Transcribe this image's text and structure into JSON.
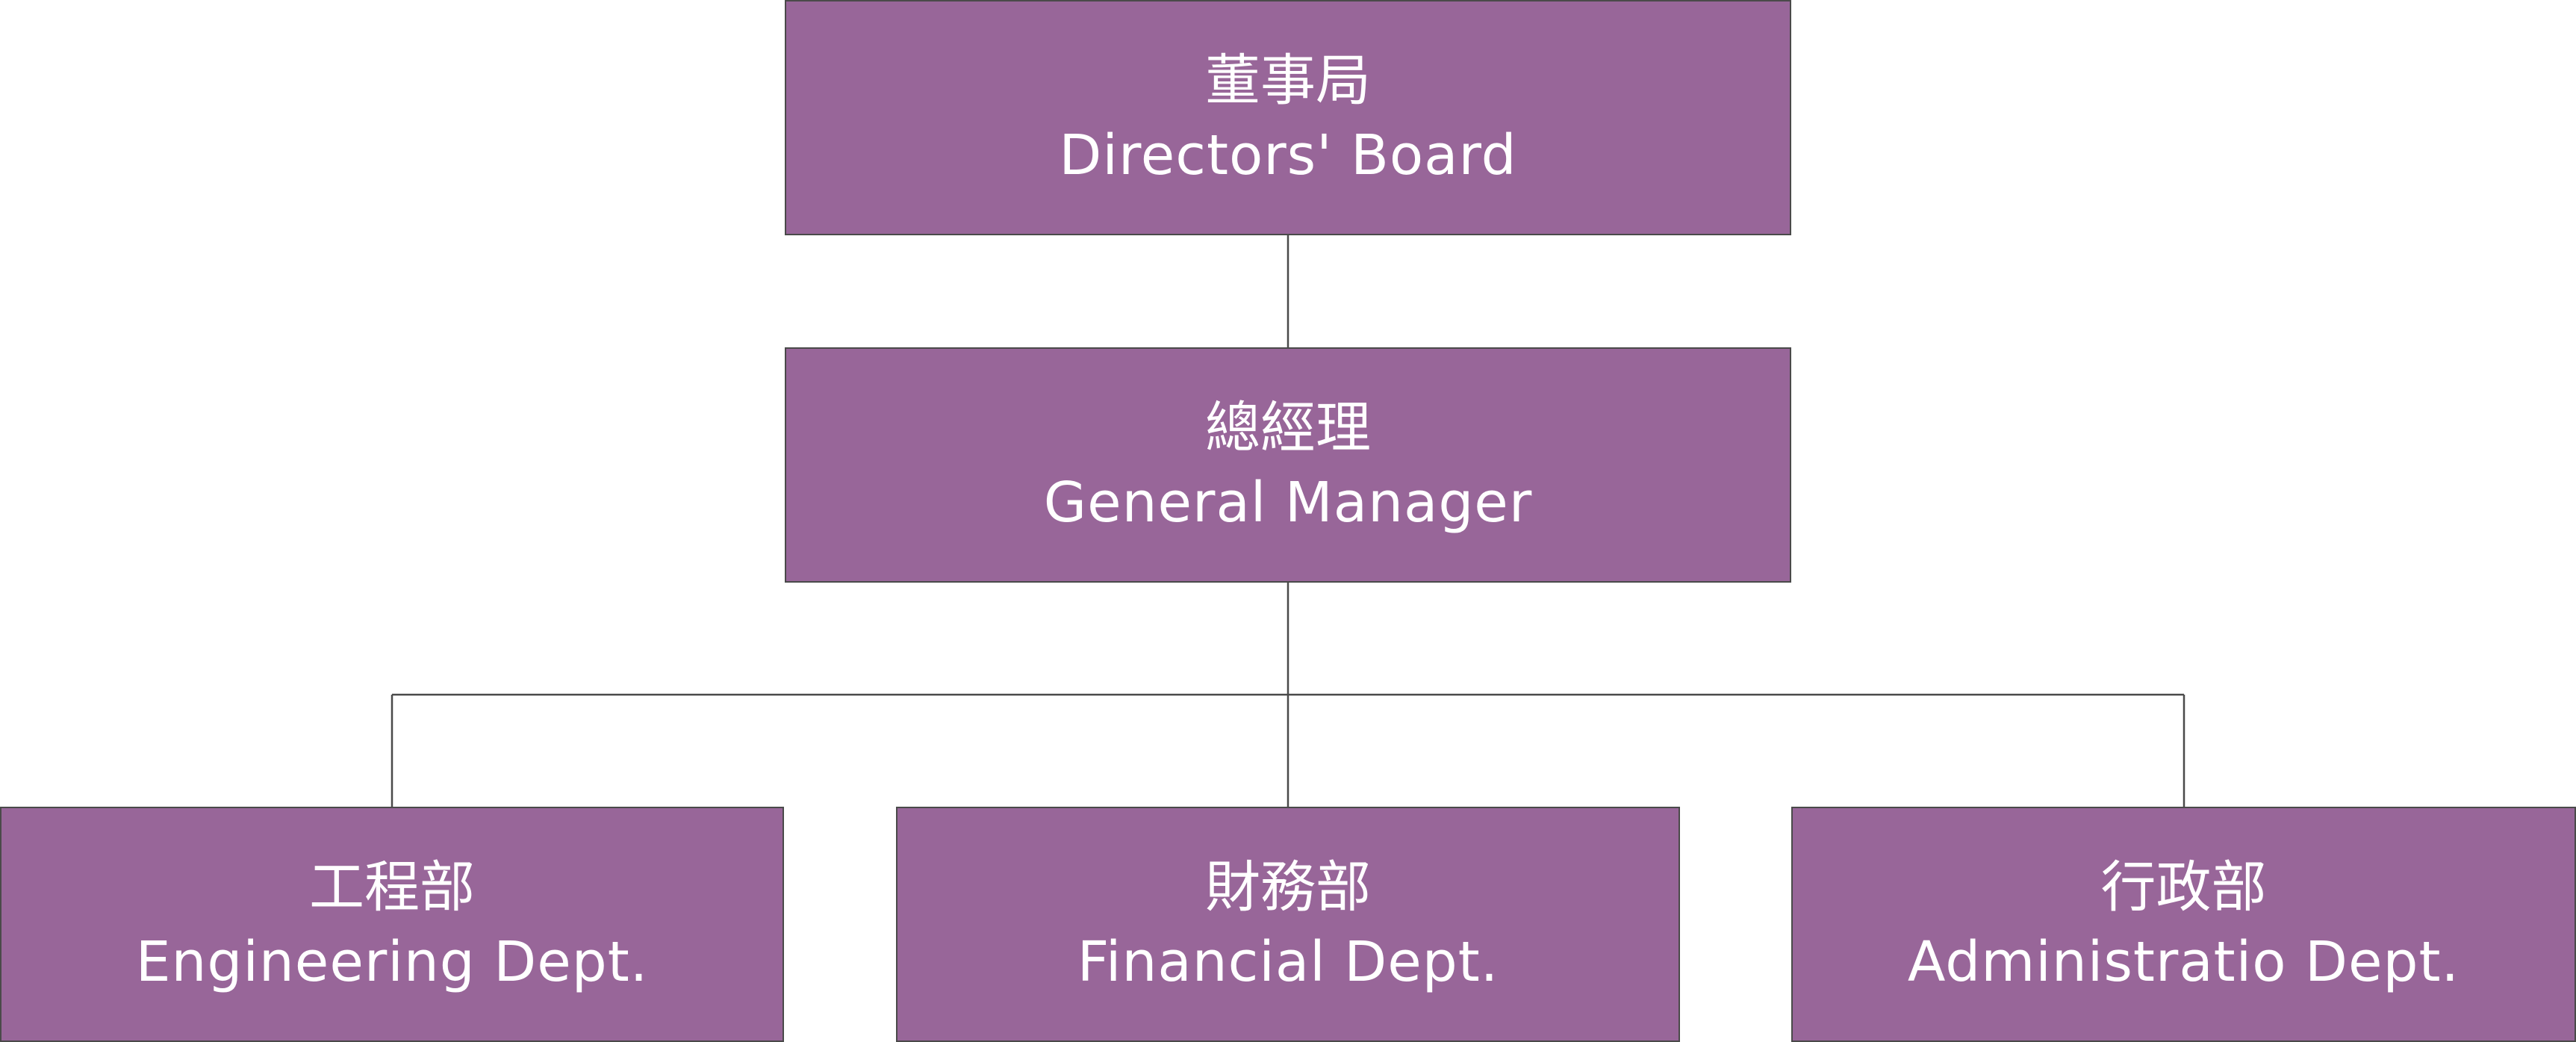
{
  "theme": {
    "box_fill": "#986699",
    "box_border": "#4a4a4a",
    "text_color": "#ffffff",
    "connector_color": "#4a4a4a"
  },
  "org_chart": {
    "board": {
      "zh": "董事局",
      "en": "Directors' Board"
    },
    "general_manager": {
      "zh": "總經理",
      "en": "General Manager"
    },
    "departments": [
      {
        "zh": "工程部",
        "en": "Engineering Dept."
      },
      {
        "zh": "財務部",
        "en": "Financial Dept."
      },
      {
        "zh": "行政部",
        "en": "Administratio Dept."
      }
    ]
  }
}
